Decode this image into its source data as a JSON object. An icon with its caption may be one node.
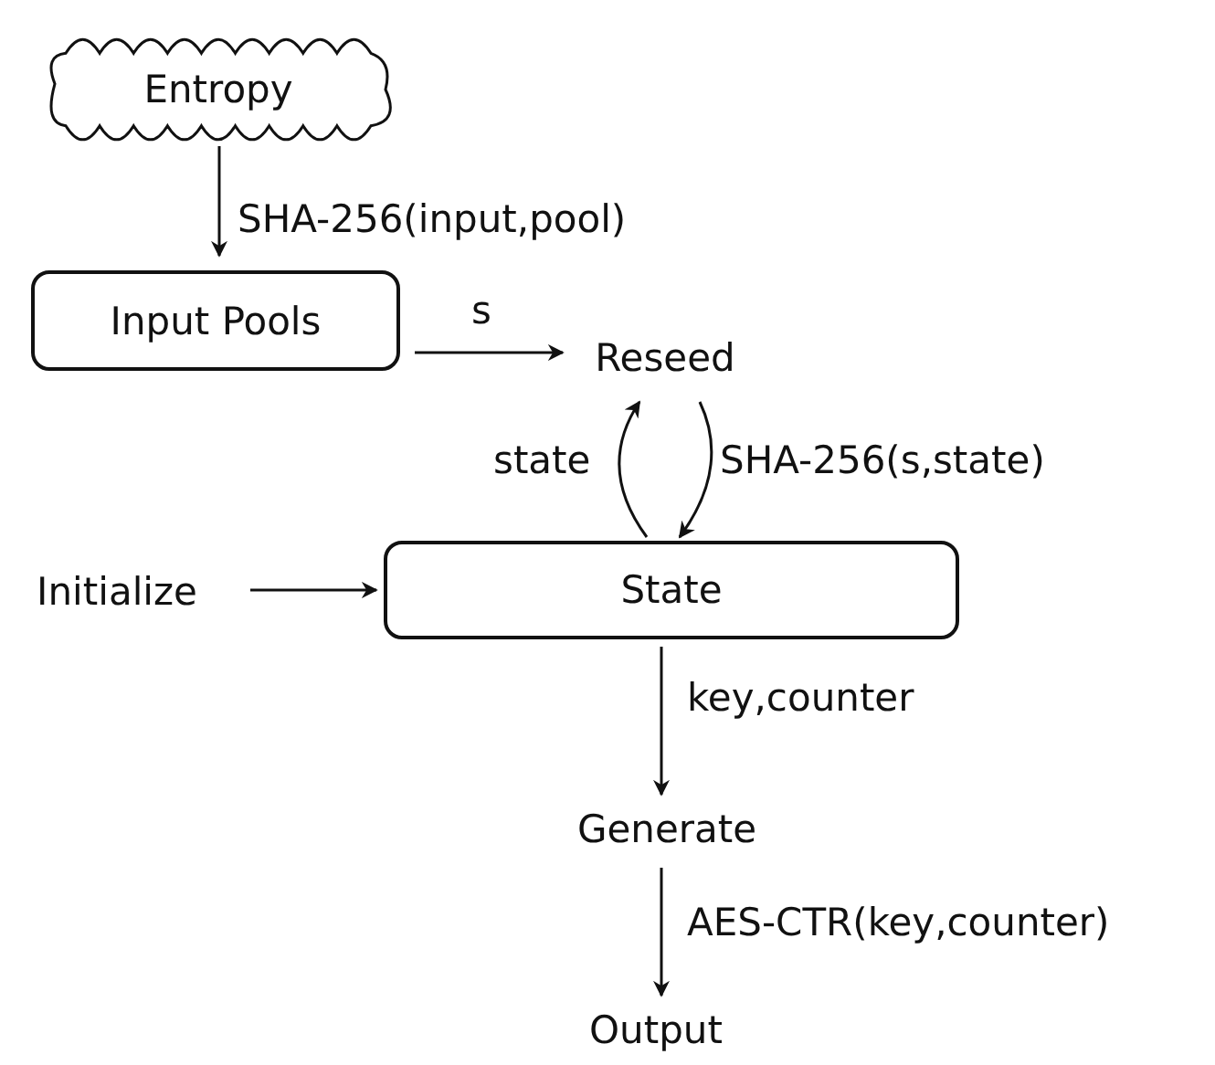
{
  "diagram": {
    "nodes": [
      {
        "text": [
          "Entropy"
        ]
      },
      {
        "text": [
          "Input Pools"
        ]
      },
      {
        "text": [
          "Reseed"
        ]
      },
      {
        "text": [
          "Initialize"
        ]
      },
      {
        "text": [
          "State"
        ]
      },
      {
        "text": [
          "Generate"
        ]
      },
      {
        "text": [
          "Output"
        ]
      }
    ],
    "edges": [
      {
        "from": 0,
        "to": 1,
        "arrow": "to",
        "label": "SHA-256(input,pool)"
      },
      {
        "from": 1,
        "to": 2,
        "arrow": "to",
        "label": "s"
      },
      {
        "from": 4,
        "to": 2,
        "arrow": "to",
        "label": "state"
      },
      {
        "from": 2,
        "to": 4,
        "arrow": "to",
        "label": "SHA-256(s,state)"
      },
      {
        "from": 3,
        "to": 4,
        "arrow": "to"
      },
      {
        "from": 4,
        "to": 5,
        "arrow": "to",
        "label": "key,counter"
      },
      {
        "from": 5,
        "to": 6,
        "arrow": "to",
        "label": "AES-CTR(key,counter)"
      }
    ]
  }
}
